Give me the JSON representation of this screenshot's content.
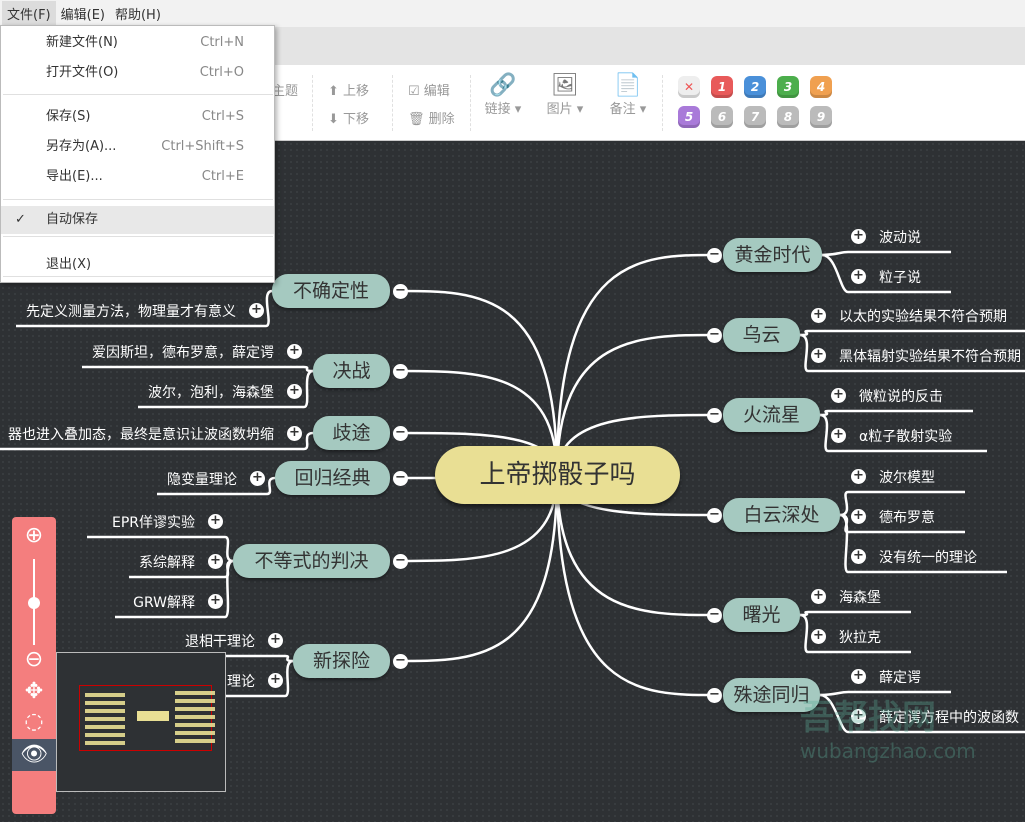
{
  "menubar": {
    "items": [
      "文件(F)",
      "编辑(E)",
      "帮助(H)"
    ]
  },
  "file_menu": {
    "items": [
      {
        "label": "新建文件(N)",
        "shortcut": "Ctrl+N"
      },
      {
        "label": "打开文件(O)",
        "shortcut": "Ctrl+O"
      },
      {
        "label": "保存(S)",
        "shortcut": "Ctrl+S"
      },
      {
        "label": "另存为(A)...",
        "shortcut": "Ctrl+Shift+S"
      },
      {
        "label": "导出(E)...",
        "shortcut": "Ctrl+E"
      },
      {
        "label": "自动保存",
        "shortcut": "",
        "checked": true
      },
      {
        "label": "退出(X)",
        "shortcut": ""
      }
    ]
  },
  "toolbar": {
    "topic_partial": "主题",
    "move_up": "上移",
    "move_down": "下移",
    "edit": "编辑",
    "delete": "删除",
    "link": "链接",
    "image": "图片",
    "note": "备注",
    "priorities": [
      "✕",
      "1",
      "2",
      "3",
      "4",
      "5",
      "6",
      "7",
      "8",
      "9"
    ],
    "priority_colors": [
      "#eeeeee",
      "#e85a5a",
      "#4a90d9",
      "#4cae4c",
      "#f0a050",
      "#a97ad9",
      "#bbbbbb",
      "#bbbbbb",
      "#bbbbbb",
      "#bbbbbb"
    ]
  },
  "mindmap": {
    "root": "上帝掷骰子吗",
    "right": [
      {
        "label": "黄金时代",
        "children": [
          "波动说",
          "粒子说"
        ]
      },
      {
        "label": "乌云",
        "children": [
          "以太的实验结果不符合预期",
          "黑体辐射实验结果不符合预期"
        ]
      },
      {
        "label": "火流星",
        "children": [
          "微粒说的反击",
          "α粒子散射实验"
        ]
      },
      {
        "label": "白云深处",
        "children": [
          "波尔模型",
          "德布罗意",
          "没有统一的理论"
        ]
      },
      {
        "label": "曙光",
        "children": [
          "海森堡",
          "狄拉克"
        ]
      },
      {
        "label": "殊途同归",
        "children": [
          "薛定谔",
          "薛定谔方程中的波函数"
        ]
      }
    ],
    "left": [
      {
        "label": "不确定性",
        "children": [
          "先定义测量方法，物理量才有意义"
        ]
      },
      {
        "label": "决战",
        "children": [
          "爱因斯坦，德布罗意，薛定谔",
          "波尔，泡利，海森堡"
        ]
      },
      {
        "label": "歧途",
        "children": [
          "器也进入叠加态，最终是意识让波函数坍缩"
        ]
      },
      {
        "label": "回归经典",
        "children": [
          "隐变量理论"
        ]
      },
      {
        "label": "不等式的判决",
        "children": [
          "EPR佯谬实验",
          "系综解释",
          "GRW解释"
        ]
      },
      {
        "label": "新探险",
        "children": [
          "退相干理论",
          "理论"
        ]
      }
    ]
  },
  "zoom_slider": {
    "level": 0.5
  },
  "watermark": {
    "title": "吾帮找网",
    "url": "wubangzhao.com"
  },
  "colors": {
    "node": "#a5c9c0",
    "root": "#e9df94",
    "canvas": "#2e3134",
    "nav": "#f47e7e"
  }
}
